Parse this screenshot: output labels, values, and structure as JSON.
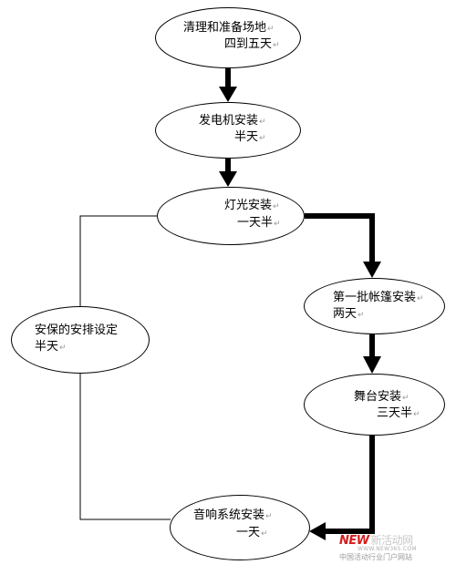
{
  "nodes": {
    "site": {
      "line1": "清理和准备场地",
      "line2": "四到五天"
    },
    "generator": {
      "line1": "发电机安装",
      "line2": "半天"
    },
    "lighting": {
      "line1": "灯光安装",
      "line2": "一天半"
    },
    "tent": {
      "line1": "第一批帐篷安装",
      "line2": "两天"
    },
    "stage": {
      "line1": "舞台安装",
      "line2": "三天半"
    },
    "security": {
      "line1": "安保的安排设定",
      "line2": "半天"
    },
    "sound": {
      "line1": "音响系统安装",
      "line2": "一天"
    }
  },
  "paragraph_mark": "↵",
  "watermark": {
    "logo_red": "NEW",
    "logo_rest": "新活动网",
    "url": "WWW.NEW365.COM",
    "subtitle": "中国活动行业门户网站"
  }
}
